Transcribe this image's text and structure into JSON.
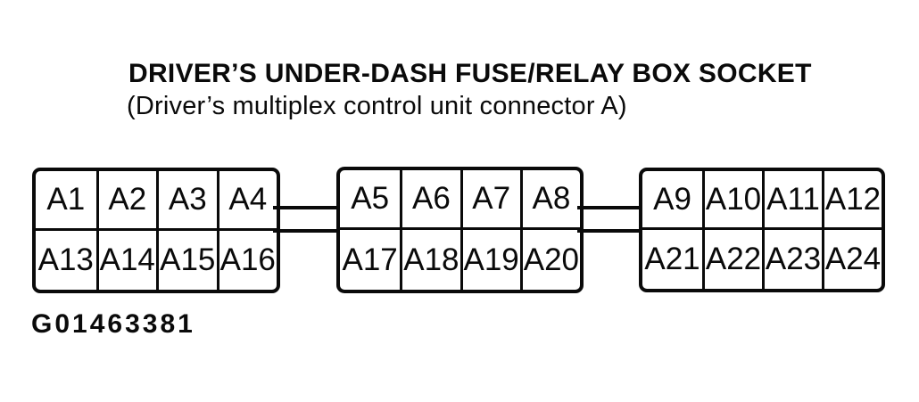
{
  "page": {
    "title": "DRIVER’S UNDER-DASH FUSE/RELAY BOX SOCKET",
    "subtitle": "(Driver’s multiplex control unit connector A)",
    "figure_code": "G01463381"
  },
  "colors": {
    "line": "#0a0a0a",
    "background": "#ffffff",
    "text": "#0a0a0a"
  },
  "diagram": {
    "type": "connector-pinout",
    "blocks": [
      {
        "name": "left-block",
        "rows": [
          [
            "A1",
            "A2",
            "A3",
            "A4"
          ],
          [
            "A13",
            "A14",
            "A15",
            "A16"
          ]
        ]
      },
      {
        "name": "middle-block",
        "rows": [
          [
            "A5",
            "A6",
            "A7",
            "A8"
          ],
          [
            "A17",
            "A18",
            "A19",
            "A20"
          ]
        ]
      },
      {
        "name": "right-block",
        "rows": [
          [
            "A9",
            "A10",
            "A11",
            "A12"
          ],
          [
            "A21",
            "A22",
            "A23",
            "A24"
          ]
        ]
      }
    ]
  }
}
